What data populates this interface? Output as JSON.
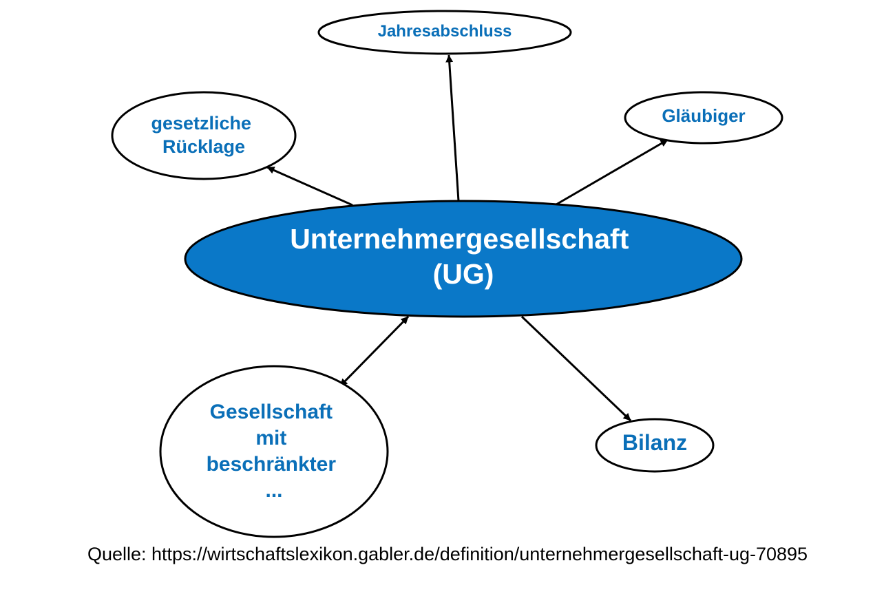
{
  "colors": {
    "center_fill": "#0a78c8",
    "center_text": "#ffffff",
    "node_text": "#0a6fb8",
    "stroke": "#000000",
    "background": "#ffffff"
  },
  "nodes": {
    "center": {
      "lines": [
        "Unternehmergesellschaft",
        "(UG)"
      ]
    },
    "jahresabschluss": {
      "lines": [
        "Jahresabschluss"
      ]
    },
    "glaeubiger": {
      "lines": [
        "Gläubiger"
      ]
    },
    "ruecklage": {
      "lines": [
        "gesetzliche",
        "Rücklage"
      ]
    },
    "gmbh": {
      "lines": [
        "Gesellschaft",
        "mit",
        "beschränkter",
        "..."
      ]
    },
    "bilanz": {
      "lines": [
        "Bilanz"
      ]
    }
  },
  "edges": [
    {
      "from": "center",
      "to": "jahresabschluss",
      "direction": "forward"
    },
    {
      "from": "center",
      "to": "glaeubiger",
      "direction": "forward"
    },
    {
      "from": "center",
      "to": "ruecklage",
      "direction": "forward"
    },
    {
      "from": "center",
      "to": "gmbh",
      "direction": "both"
    },
    {
      "from": "center",
      "to": "bilanz",
      "direction": "forward"
    }
  ],
  "source": "Quelle: https://wirtschaftslexikon.gabler.de/definition/unternehmergesellschaft-ug-70895"
}
